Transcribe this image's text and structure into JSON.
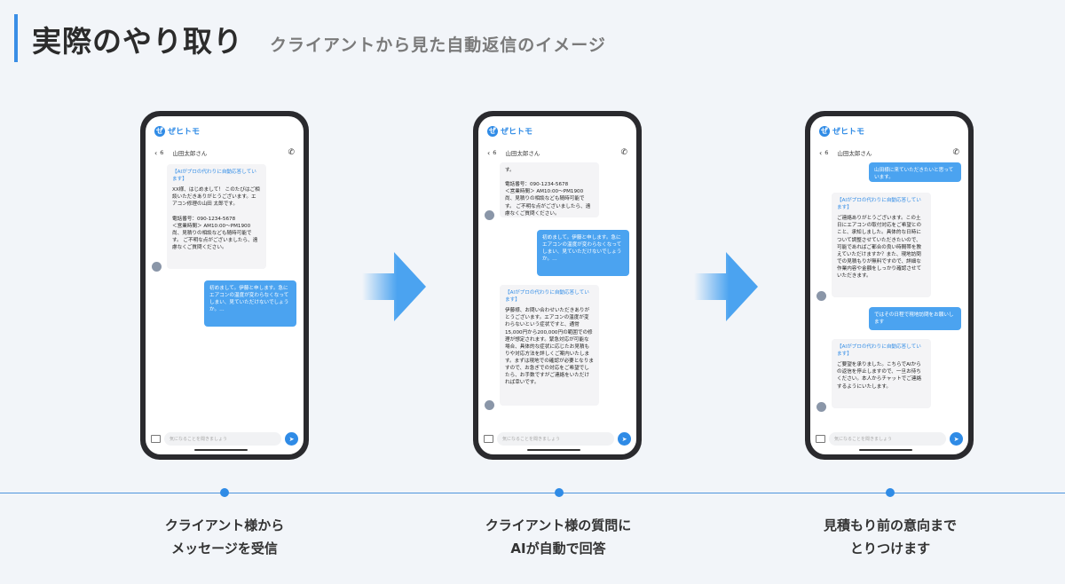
{
  "header": {
    "title": "実際のやり取り",
    "subtitle": "クライアントから見た自動返信のイメージ"
  },
  "app": {
    "brand_mark": "ぜ",
    "brand_name": "ぜヒトモ",
    "back_icon": "chevron-left-icon",
    "unread_count": "6",
    "partner_name": "山田太郎さん",
    "input_placeholder": "気になることを聞きましょう",
    "send_icon": "send-icon",
    "accent_color": "#2f8be6"
  },
  "phones": [
    {
      "messages": [
        {
          "type": "received",
          "tag": "【AIがプロの代わりに自動応答しています】",
          "text": "XX様、はじめまして！ このたびはご相談いただきありがとうございます。エアコン修理の山田 太郎です。\n\n電話番号：090-1234-5678\n＜営業時間＞ AM10:00〜PM1900\n尚、見積りの相談なども随時可能です。 ご不明な点がございましたら、遠慮なくご質問ください。"
        },
        {
          "type": "sent",
          "text": "初めまして。伊藤と申します。急にエアコンの温度が変わらなくなってしまい、見ていただけないでしょうか。…"
        }
      ]
    },
    {
      "messages": [
        {
          "type": "received",
          "tag": "",
          "text": "す。\n\n電話番号：090-1234-5678\n＜営業時間＞ AM10:00〜PM1900\n尚、見積りの相談なども随時可能です。 ご不明な点がございましたら、遠慮なくご質問ください。"
        },
        {
          "type": "sent",
          "text": "初めまして。伊藤と申します。急にエアコンの温度が変わらなくなってしまい、見ていただけないでしょうか。…"
        },
        {
          "type": "received",
          "tag": "【AIがプロの代わりに自動応答しています】",
          "text": "伊藤様、お問い合わせいただきありがとうございます。エアコンの温度が変わらないという症状ですと、通常15,000円から200,000円の範囲での修理が想定されます。緊急対応が可能な場合、具体的な症状に応じたお見積もりや対応方法を詳しくご案内いたします。まずは現地での確認が必要となりますので、お急ぎでの対応をご希望でしたら、お手数ですがご連絡をいただければ幸いです。"
        }
      ]
    },
    {
      "messages": [
        {
          "type": "sent",
          "text": "山田様に来ていただきたいと思っています。"
        },
        {
          "type": "received",
          "tag": "【AIがプロの代わりに自動応答しています】",
          "text": "ご連絡ありがとうございます。この土日にエアコンの取付対応をご希望とのこと、承知しました。具体的な日時について調整させていただきたいので、可能であればご都合の良い時間帯を教えていただけますか？また、現地訪問での見積もりが無料ですので、詳細な作業内容や金額をしっかり確認させていただきます。"
        },
        {
          "type": "sent",
          "text": "ではその日程で現地訪問をお願いします"
        },
        {
          "type": "received",
          "tag": "【AIがプロの代わりに自動応答しています】",
          "text": "ご要望を承りました。こちらでAIからの返信を停止しますので、一旦お待ちください。本人からチャットでご連絡するようにいたします。"
        }
      ]
    }
  ],
  "steps": [
    {
      "line1": "クライアント様から",
      "line2": "メッセージを受信"
    },
    {
      "line1": "クライアント様の質問に",
      "line2": "AIが自動で回答"
    },
    {
      "line1": "見積もり前の意向まで",
      "line2": "とりつけます"
    }
  ]
}
